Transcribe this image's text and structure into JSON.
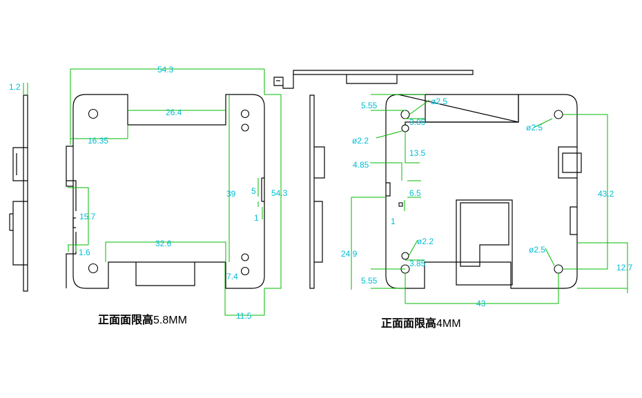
{
  "colors": {
    "outline": "#000000",
    "dimension_line": "#00b800",
    "dimension_text": "#00bcd4",
    "background": "#ffffff"
  },
  "left_view": {
    "dim_1_2": "1.2",
    "dim_54_3_top": "54.3",
    "dim_26_4": "26.4",
    "dim_16_35": "16.35",
    "dim_39": "39",
    "dim_5": "5",
    "dim_54_3_side": "54.3",
    "dim_1": "1",
    "dim_15_7": "15.7",
    "dim_1_6": "1.6",
    "dim_32_6": "32.6",
    "dim_7_4": "7.4",
    "dim_11_5": "11.5",
    "height_label_cn": "正面面限高",
    "height_label_value": "5.8MM"
  },
  "right_view": {
    "dim_5_55_top": "5.55",
    "dia_2_5_a": "ø2.5",
    "dim_3_85_top": "3.85",
    "dia_2_5_b": "ø2.5",
    "dia_2_2_top": "ø2.2",
    "dim_13_5": "13.5",
    "dim_4_85": "4.85",
    "dim_6_5": "6.5",
    "dim_1": "1",
    "dim_43_2": "43.2",
    "dim_24_9": "24.9",
    "dia_2_2_bottom": "ø2.2",
    "dia_2_5_c": "ø2.5",
    "dim_3_85_bottom": "3.85",
    "dim_5_55_bottom": "5.55",
    "dim_12_7": "12.7",
    "dim_43": "43",
    "height_label_cn": "正面面限高",
    "height_label_value": "4MM"
  }
}
